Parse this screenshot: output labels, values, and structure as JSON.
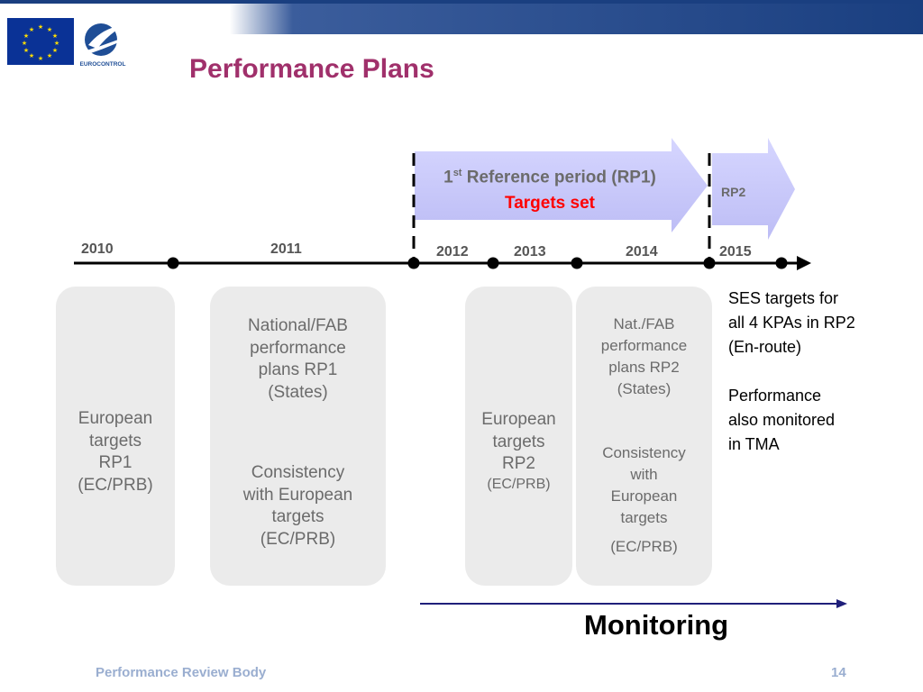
{
  "header": {
    "title": "Performance Plans",
    "logo_text": "EUROCONTROL"
  },
  "diagram": {
    "rp1_banner": {
      "title_prefix": "1",
      "title_sup": "st",
      "title_rest": " Reference period (RP1)",
      "subtitle": "Targets set"
    },
    "rp2_banner": {
      "label": "RP2"
    },
    "years": [
      "2010",
      "2011",
      "2012",
      "2013",
      "2014",
      "2015"
    ],
    "boxes": [
      {
        "lines": [
          "European",
          "targets",
          "RP1",
          "(EC/PRB)"
        ]
      },
      {
        "top_lines": [
          "National/FAB",
          "performance",
          "plans RP1",
          "(States)"
        ],
        "bottom_lines": [
          "Consistency",
          "with European",
          "targets",
          "(EC/PRB)"
        ]
      },
      {
        "lines": [
          "European",
          "targets",
          "RP2",
          "(EC/PRB)"
        ]
      },
      {
        "top_lines": [
          "Nat./FAB",
          "performance",
          "plans RP2",
          "(States)"
        ],
        "bottom_lines": [
          "Consistency",
          "with",
          "European",
          "targets"
        ],
        "footer": "(EC/PRB)"
      }
    ],
    "notes": {
      "n1": [
        "SES targets for",
        "all 4 KPAs in RP2",
        "(En-route)"
      ],
      "n2": [
        "Performance",
        "also monitored",
        "in TMA"
      ]
    },
    "monitoring_label": "Monitoring",
    "colors": {
      "banner_fill": "#ccccff",
      "arrow_line": "#000000",
      "monitoring_arrow": "#1f1f7a",
      "title": "#a0306b",
      "targets_set": "#ff0000"
    }
  },
  "footer": {
    "left": "Performance Review Body",
    "page": "14"
  }
}
